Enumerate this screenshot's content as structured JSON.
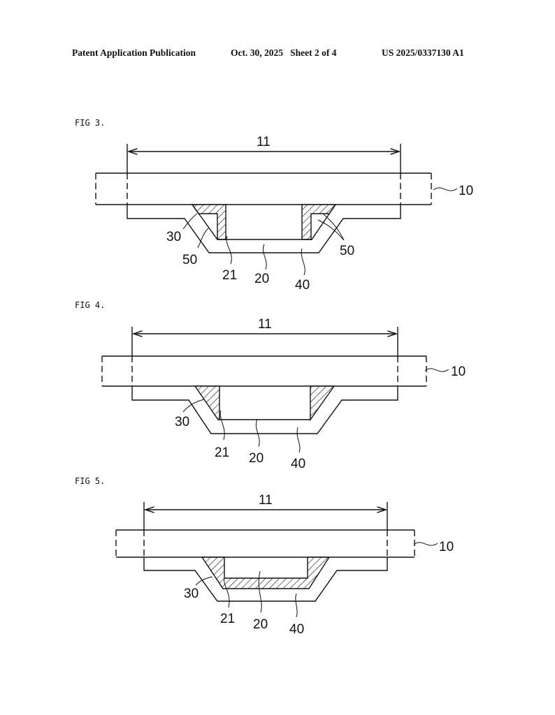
{
  "header": {
    "publication": "Patent Application Publication",
    "date_sheet": "Oct. 30, 2025   Sheet 2 of 4",
    "number": "US 2025/0337130 A1"
  },
  "figures": [
    {
      "label": "FIG 3.",
      "refs": {
        "r11": "11",
        "r10": "10",
        "r30": "30",
        "r50a": "50",
        "r50b": "50",
        "r21": "21",
        "r20": "20",
        "r40": "40"
      }
    },
    {
      "label": "FIG 4.",
      "refs": {
        "r11": "11",
        "r10": "10",
        "r30": "30",
        "r21": "21",
        "r20": "20",
        "r40": "40"
      }
    },
    {
      "label": "FIG 5.",
      "refs": {
        "r11": "11",
        "r10": "10",
        "r30": "30",
        "r21": "21",
        "r20": "20",
        "r40": "40"
      }
    }
  ]
}
